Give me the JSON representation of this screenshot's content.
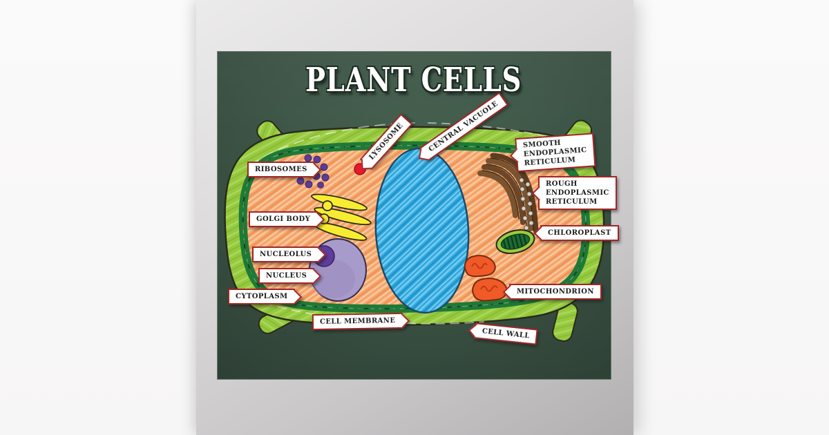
{
  "poster": {
    "title": "PLANT CELLS",
    "labels": [
      {
        "id": "ribosomes",
        "text": "RIBOSOMES"
      },
      {
        "id": "lysosome",
        "text": "LYSOSOME"
      },
      {
        "id": "central-vacuole",
        "text": "CENTRAL VACUOLE"
      },
      {
        "id": "smooth-er",
        "text": "SMOOTH\nENDOPLASMIC\nRETICULUM"
      },
      {
        "id": "rough-er",
        "text": "ROUGH\nENDOPLASMIC\nRETICULUM"
      },
      {
        "id": "golgi-body",
        "text": "GOLGI BODY"
      },
      {
        "id": "chloroplast",
        "text": "CHLOROPLAST"
      },
      {
        "id": "nucleolus",
        "text": "NUCLEOLUS"
      },
      {
        "id": "nucleus",
        "text": "NUCLEUS"
      },
      {
        "id": "cytoplasm",
        "text": "CYTOPLASM"
      },
      {
        "id": "mitochondrion",
        "text": "MITOCHONDRION"
      },
      {
        "id": "cell-membrane",
        "text": "CELL MEMBRANE"
      },
      {
        "id": "cell-wall",
        "text": "CELL WALL"
      }
    ],
    "palette": {
      "board_green": "#3d5647",
      "cell_wall_green": "#96C93D",
      "membrane_green": "#1E7A36",
      "cytoplasm_orange": "#F5A56D",
      "vacuole_blue": "#2FA9DF",
      "nucleus_purple": "#A79BCB",
      "nucleolus_purple": "#5F3C9B",
      "ribosome_purple": "#5C3D96",
      "lysosome_red": "#E9192B",
      "golgi_yellow": "#F8EC31",
      "er_brown": "#7A5330",
      "chloroplast_green": "#1F6B35",
      "mitochondrion_orange": "#F05A28",
      "label_border_red": "#A32626",
      "title_white": "#FFFFFF"
    }
  }
}
